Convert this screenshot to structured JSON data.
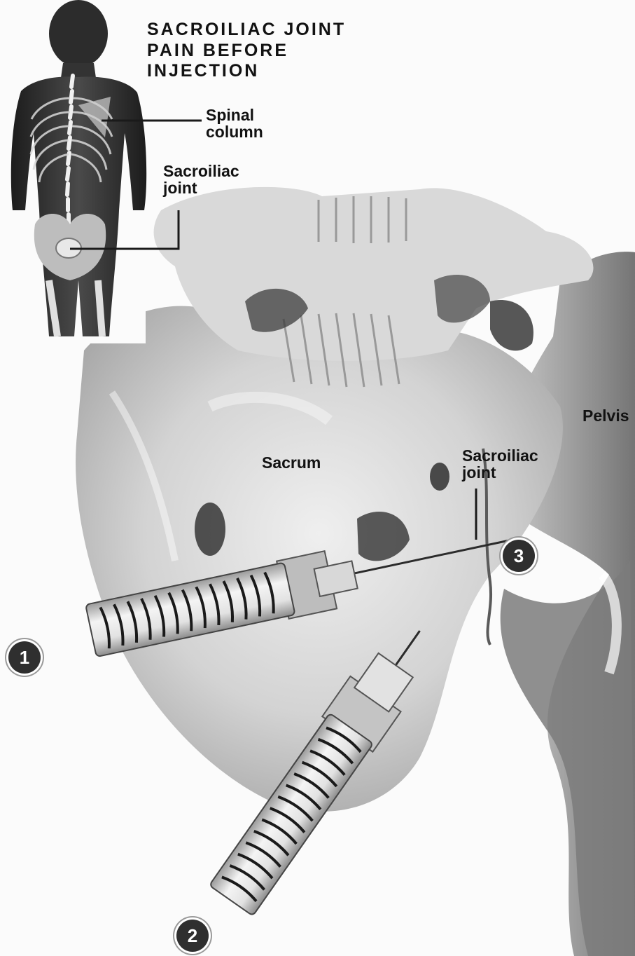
{
  "title": "SACROILIAC JOINT\nPAIN BEFORE\nINJECTION",
  "labels": {
    "spinal_column": "Spinal\ncolumn",
    "sacroiliac_joint_inset": "Sacroiliac\njoint",
    "sacrum": "Sacrum",
    "sacroiliac_joint_main": "Sacroiliac\njoint",
    "pelvis": "Pelvis"
  },
  "steps": [
    "1",
    "2",
    "3"
  ]
}
